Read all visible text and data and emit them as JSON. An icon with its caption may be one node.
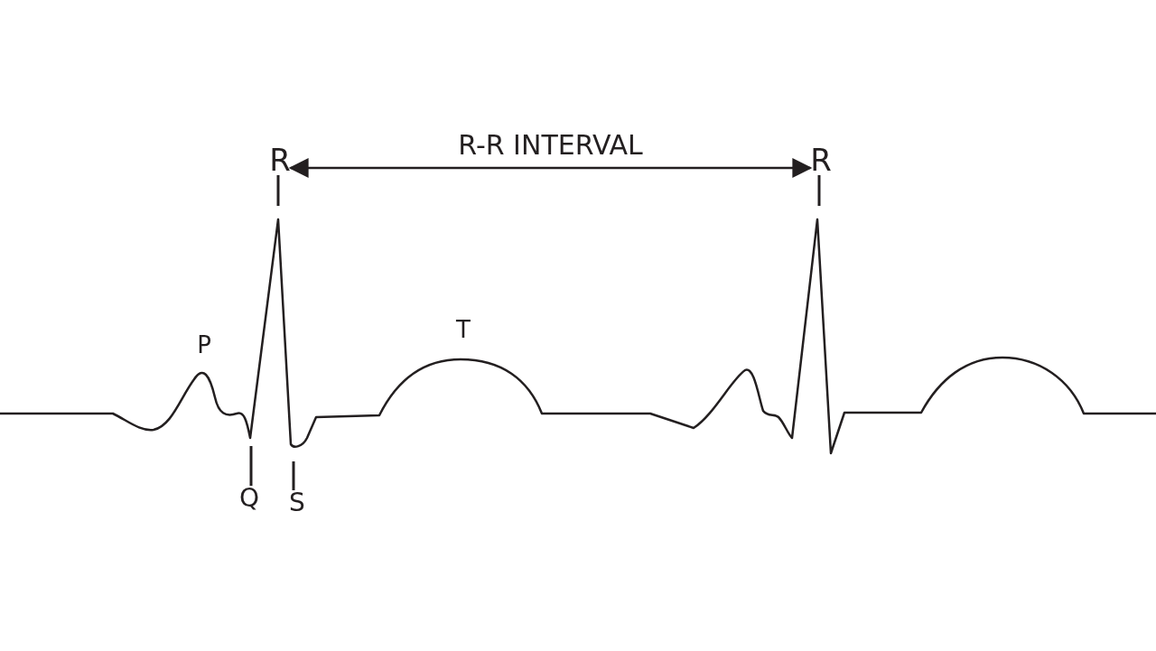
{
  "diagram": {
    "nodes": [
      {
        "text": [
          "R"
        ]
      },
      {
        "text": [
          "R"
        ]
      },
      {
        "text": [
          "Q"
        ]
      },
      {
        "text": [
          "S"
        ]
      }
    ],
    "edges": [
      {
        "from": 0,
        "to": null,
        "arrow": "none"
      },
      {
        "from": 1,
        "to": null,
        "arrow": "none"
      },
      {
        "from": 2,
        "to": null,
        "arrow": "none"
      },
      {
        "from": 3,
        "to": null,
        "arrow": "none"
      },
      {
        "from": 0,
        "to": 1,
        "arrow": "both",
        "label": "R-R INTERVAL"
      }
    ],
    "labels": [
      "P",
      "T"
    ]
  }
}
